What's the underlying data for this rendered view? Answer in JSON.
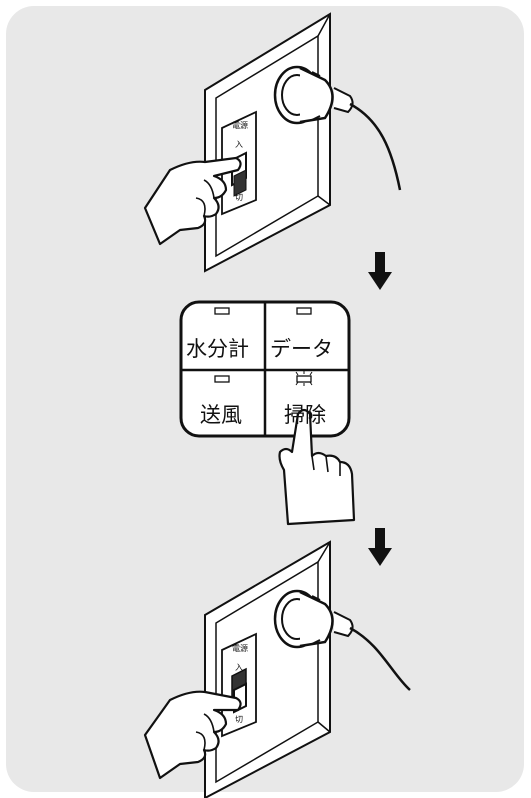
{
  "keypad": {
    "moisture_label": "水分計",
    "data_label": "データ",
    "air_label": "送風",
    "clean_label": "掃除"
  },
  "switch_panel": {
    "power_label": "電源",
    "on_label": "入",
    "off_label": "切"
  },
  "colors": {
    "background": "#e8e8e8",
    "line": "#111111",
    "fill": "#ffffff"
  }
}
